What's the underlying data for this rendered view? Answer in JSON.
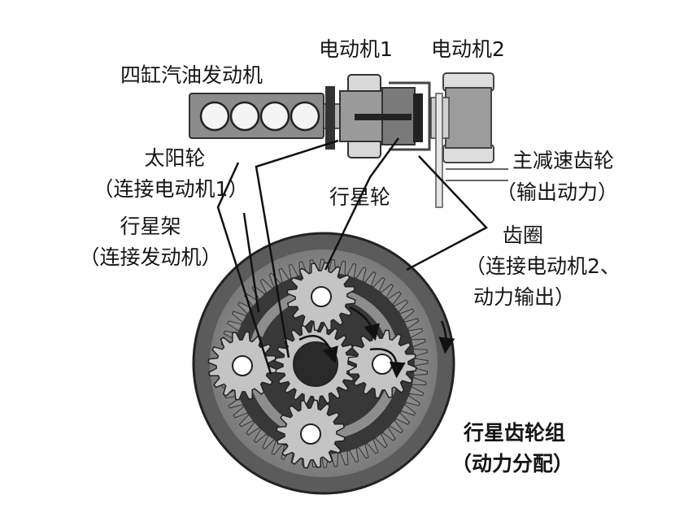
{
  "labels": {
    "engine": "四缸汽油发动机",
    "motor1": "电动机1",
    "motor2": "电动机2",
    "sun_gear": "太阳轮",
    "sun_gear_note": "（连接电动机1）",
    "planet_gear": "行星轮",
    "carrier": "行星架",
    "carrier_note": "（连接发动机）",
    "ring_gear": "齿圈",
    "ring_gear_note_1": "（连接电动机2、",
    "ring_gear_note_2": "动力输出）",
    "reduction_gear": "主减速齿轮",
    "reduction_gear_note": "（输出动力）",
    "gearset_title": "行星齿轮组",
    "gearset_note": "（动力分配）"
  },
  "colors": {
    "background": "#ffffff",
    "ring_outer": "#5a5a5a",
    "ring_band": "#8a8a8a",
    "gear_light": "#c4c4c4",
    "gear_dark": "#4a4a4a",
    "hub": "#2a2a2a",
    "line": "#111111"
  }
}
